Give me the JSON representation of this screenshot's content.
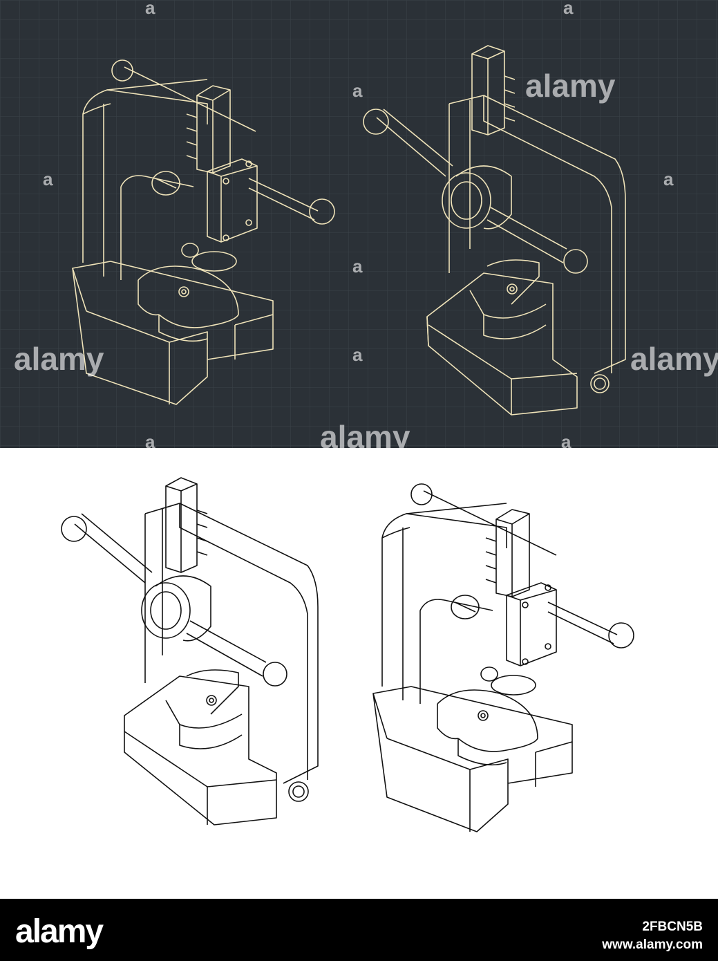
{
  "colors": {
    "blueprint_bg": "#2b3137",
    "grid_line": "#3b4249",
    "blueprint_line": "#efe3b9",
    "print_line": "#111111",
    "footer_bg": "#000000"
  },
  "watermark": {
    "word": "alamy",
    "mark": "a"
  },
  "footer": {
    "logo": "alamy",
    "image_id": "2FBCN5B",
    "url": "www.alamy.com"
  }
}
